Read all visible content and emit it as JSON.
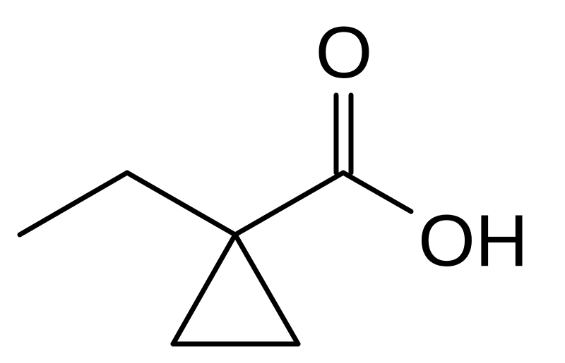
{
  "diagram": {
    "type": "skeletal-formula",
    "line_color": "#000000",
    "background": "#ffffff",
    "labels": {
      "carbonyl_oxygen": "O",
      "hydroxyl": "OH"
    }
  }
}
